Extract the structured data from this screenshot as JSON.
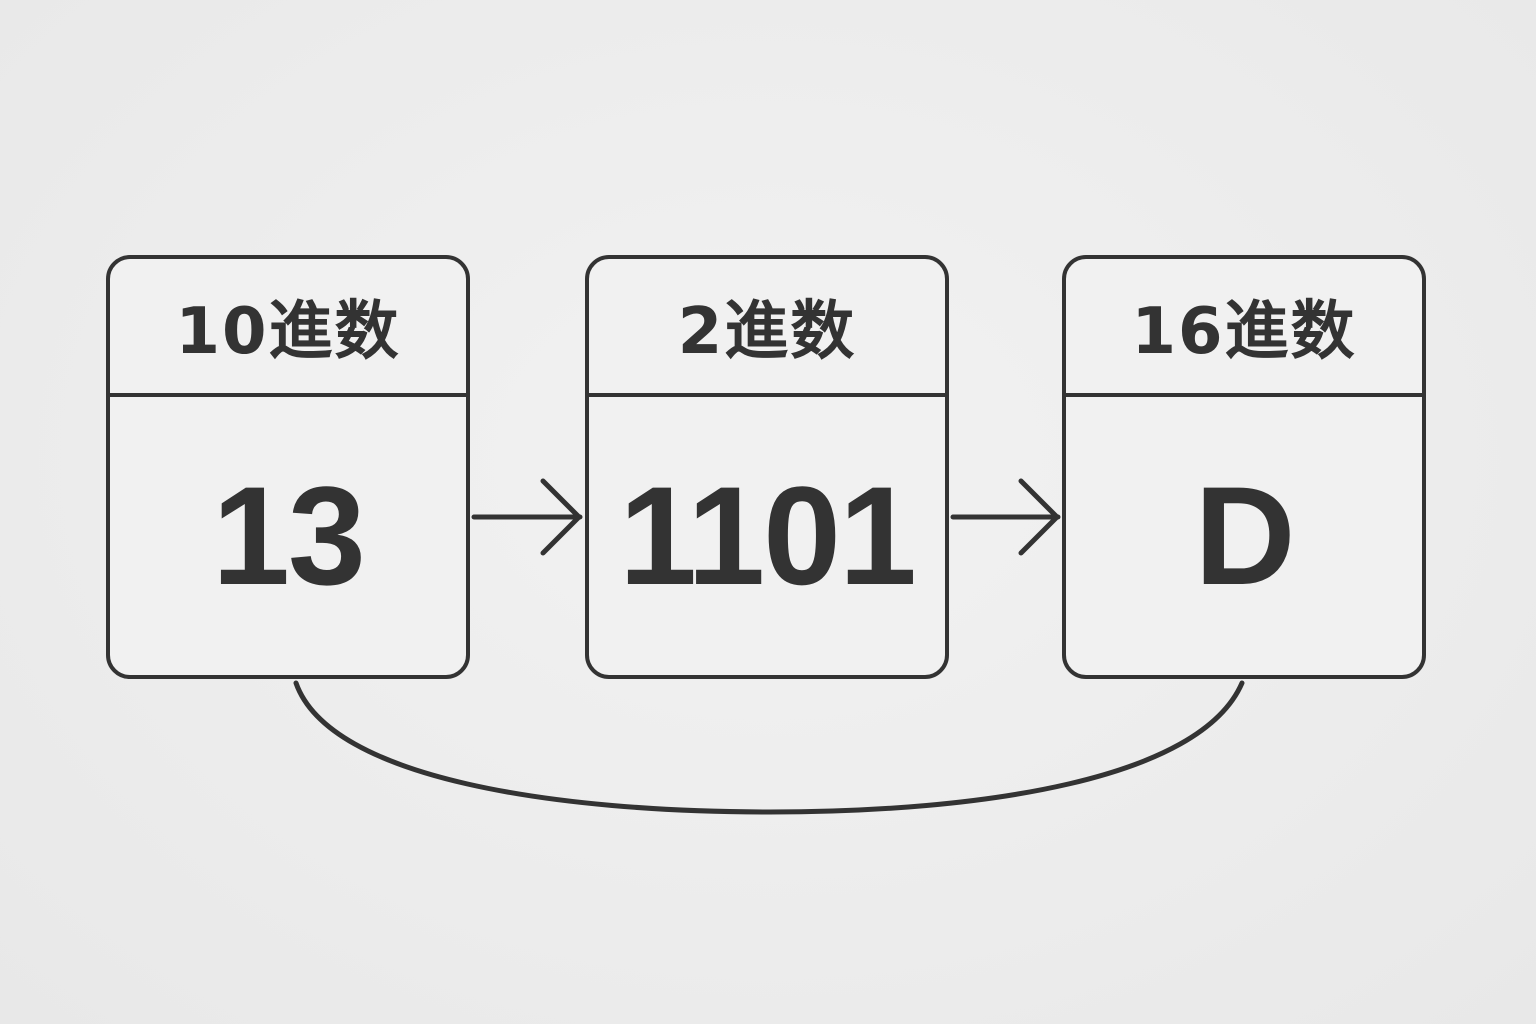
{
  "boxes": [
    {
      "header": "10進数",
      "value": "13"
    },
    {
      "header": "2進数",
      "value": "1101"
    },
    {
      "header": "16進数",
      "value": "D"
    }
  ],
  "colors": {
    "stroke": "#333333",
    "box_fill": "#f1f1f1",
    "background": "#ececec"
  }
}
